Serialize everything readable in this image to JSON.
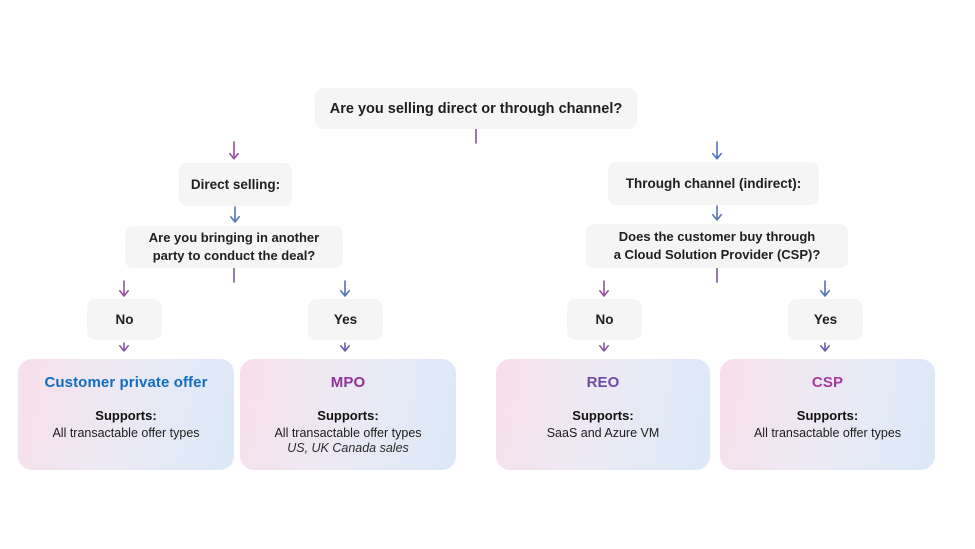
{
  "palette": {
    "line_purple": "#94519f",
    "line_blue": "#4f74ba",
    "line_steel": "#5674b6",
    "line_violet": "#7e57a8",
    "line_indigo": "#6c5bad",
    "line_plum": "#8659a8"
  },
  "flowchart": {
    "root": {
      "question": "Are you selling direct or through channel?"
    },
    "direct": {
      "label": "Direct selling:",
      "question_line1": "Are you bringing in another",
      "question_line2": "party to conduct the deal?",
      "no_label": "No",
      "yes_label": "Yes"
    },
    "indirect": {
      "label": "Through channel (indirect):",
      "question_line1": "Does the customer buy through",
      "question_line2": "a Cloud Solution Provider (CSP)?",
      "no_label": "No",
      "yes_label": "Yes"
    },
    "outcomes": [
      {
        "id": "customer-private-offer",
        "title": "Customer private offer",
        "title_color": "#106ebe",
        "supports_label": "Supports:",
        "supports": "All transactable offer types",
        "note": ""
      },
      {
        "id": "mpo",
        "title": "MPO",
        "title_color": "#8f3394",
        "supports_label": "Supports:",
        "supports": "All transactable offer types",
        "note": "US, UK Canada sales"
      },
      {
        "id": "reo",
        "title": "REO",
        "title_color": "#6f4aa2",
        "supports_label": "Supports:",
        "supports": "SaaS and Azure VM",
        "note": ""
      },
      {
        "id": "csp",
        "title": "CSP",
        "title_color": "#a63a9f",
        "supports_label": "Supports:",
        "supports": "All transactable offer types",
        "note": ""
      }
    ]
  }
}
